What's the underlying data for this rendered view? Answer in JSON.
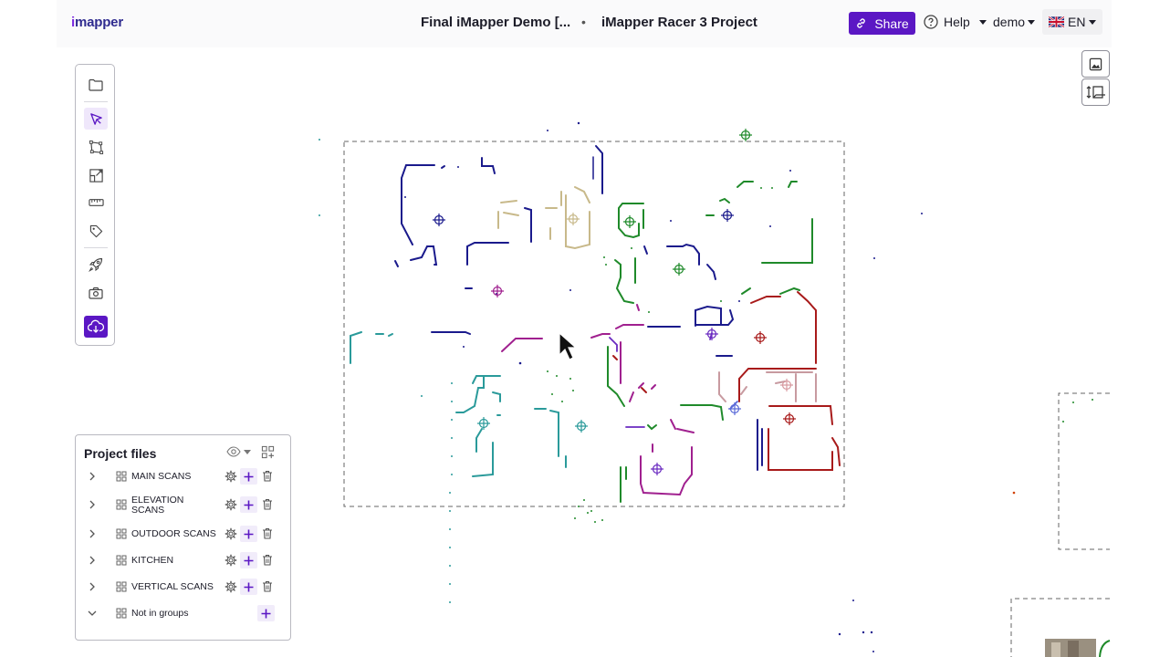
{
  "header": {
    "logo_prefix": "i",
    "logo_rest": "mapper",
    "project_title": "Final iMapper Demo [...",
    "separator": "•",
    "project_subtitle": "iMapper Racer 3 Project",
    "share_label": "Share",
    "help_label": "Help",
    "user_label": "demo",
    "language_label": "EN"
  },
  "toolbar": {
    "tools": [
      "folder-icon",
      "select-pointer-icon",
      "polygon-icon",
      "floorplan-edit-icon",
      "ruler-icon",
      "tag-icon",
      "rocket-icon",
      "camera-icon",
      "cloud-download-icon"
    ]
  },
  "right_controls": [
    "image-layer-icon",
    "height-adjust-icon"
  ],
  "project_files": {
    "title": "Project files",
    "groups": [
      {
        "label": "MAIN SCANS",
        "expanded": false
      },
      {
        "label": "ELEVATION",
        "label_2": "SCANS",
        "expanded": false
      },
      {
        "label": "OUTDOOR SCANS",
        "expanded": false
      },
      {
        "label": "KITCHEN",
        "expanded": false
      },
      {
        "label": "VERTICAL SCANS",
        "expanded": false
      },
      {
        "label": "Not in groups",
        "expanded": true
      }
    ]
  },
  "colors": {
    "accent": "#5b17c4",
    "scan_navy": "#1a1a8c",
    "scan_green": "#1f8a2a",
    "scan_teal": "#2a9a9a",
    "scan_magenta": "#a0208f",
    "scan_tan": "#c8b98a",
    "scan_red": "#a81a1a",
    "scan_purple": "#6a2ac0"
  }
}
